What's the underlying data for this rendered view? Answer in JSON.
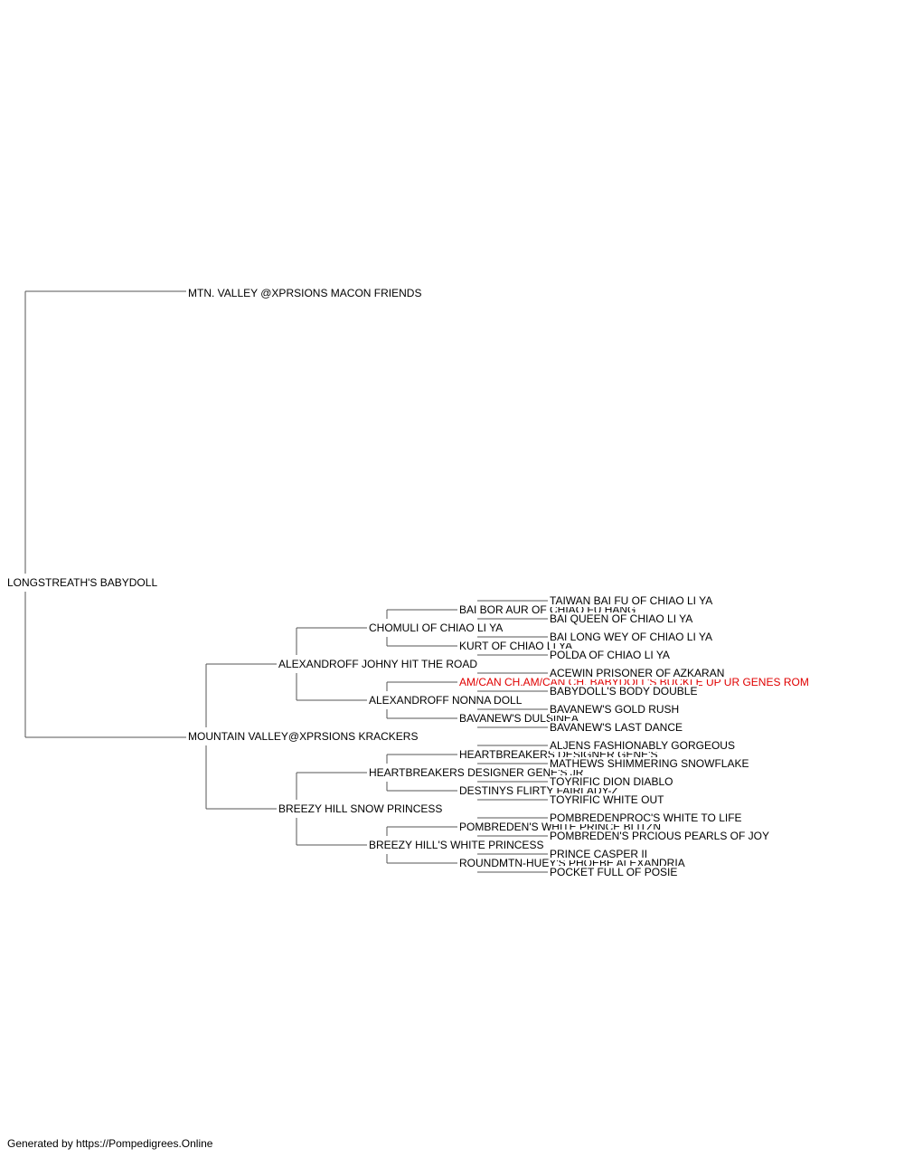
{
  "colors": {
    "text": "#000000",
    "highlight": "#e00000",
    "connector": "#555555"
  },
  "footer": "Generated by https://Pompedigrees.Online",
  "pedigree": {
    "name": "LONGSTREATH'S BABYDOLL",
    "sire": {
      "name": "MTN. VALLEY @XPRSIONS MACON FRIENDS"
    },
    "dam": {
      "name": "MOUNTAIN VALLEY@XPRSIONS KRACKERS",
      "sire": {
        "name": "ALEXANDROFF JOHNY HIT THE ROAD",
        "sire": {
          "name": "CHOMULI OF CHIAO LI YA",
          "sire": {
            "name": "BAI BOR AUR OF CHIAO FU HANG",
            "sire": {
              "name": "TAIWAN BAI FU OF CHIAO LI YA"
            },
            "dam": {
              "name": "BAI QUEEN OF CHIAO LI YA"
            }
          },
          "dam": {
            "name": "KURT OF CHIAO LI YA",
            "sire": {
              "name": "BAI LONG WEY OF CHIAO LI YA"
            },
            "dam": {
              "name": "POLDA OF CHIAO LI YA"
            }
          }
        },
        "dam": {
          "name": "ALEXANDROFF NONNA DOLL",
          "sire": {
            "name": "AM/CAN CH.AM/CAN CH. BABYDOLL'S BUCKLE UP UR GENES ROM",
            "highlight": true,
            "sire": {
              "name": "ACEWIN PRISONER OF AZKARAN"
            },
            "dam": {
              "name": "BABYDOLL'S BODY DOUBLE"
            }
          },
          "dam": {
            "name": "BAVANEW'S DULSINEA",
            "sire": {
              "name": "BAVANEW'S GOLD RUSH"
            },
            "dam": {
              "name": "BAVANEW'S LAST DANCE"
            }
          }
        }
      },
      "dam": {
        "name": "BREEZY HILL SNOW PRINCESS",
        "sire": {
          "name": "HEARTBREAKERS DESIGNER GENE'S JR",
          "sire": {
            "name": "HEARTBREAKERS DESIGNER GENE'S",
            "sire": {
              "name": "ALJENS FASHIONABLY GORGEOUS"
            },
            "dam": {
              "name": "MATHEWS SHIMMERING SNOWFLAKE"
            }
          },
          "dam": {
            "name": "DESTINYS FLIRTY FAIRLADY-Z",
            "sire": {
              "name": "TOYRIFIC DION DIABLO"
            },
            "dam": {
              "name": "TOYRIFIC WHITE OUT"
            }
          }
        },
        "dam": {
          "name": "BREEZY HILL'S WHITE PRINCESS",
          "sire": {
            "name": "POMBREDEN'S WHITE PRINCE BLITZN",
            "sire": {
              "name": "POMBREDENPROC'S WHITE TO LIFE"
            },
            "dam": {
              "name": "POMBREDEN'S PRCIOUS PEARLS OF JOY"
            }
          },
          "dam": {
            "name": "ROUNDMTN-HUEY'S PHOEBE ALEXANDRIA",
            "sire": {
              "name": "PRINCE CASPER II"
            },
            "dam": {
              "name": "POCKET FULL OF POSIE"
            }
          }
        }
      }
    }
  }
}
